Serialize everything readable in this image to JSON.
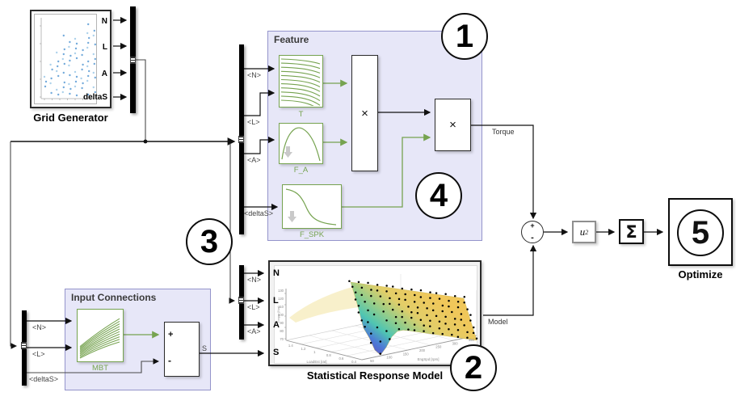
{
  "colors": {
    "green": "#76A350",
    "lavender": "#E7E7F8",
    "lavender_border": "#9494CB",
    "blue_dot": "#5b9bd5",
    "blue_dot_light": "#9ec9e8",
    "wire": "#111111"
  },
  "grid_generator": {
    "label": "Grid Generator",
    "ports": {
      "n": "N",
      "l": "L",
      "a": "A",
      "deltas": "deltaS"
    }
  },
  "feature": {
    "title": "Feature",
    "t_label": "T",
    "fa_label": "F_A",
    "fspk_label": "F_SPK",
    "product1": "×",
    "product2": "×"
  },
  "input_connections": {
    "title": "Input Connections",
    "mbt_label": "MBT",
    "sum_plus": "+",
    "sum_minus": "-",
    "out_tag": "S"
  },
  "srm": {
    "label": "Statistical Response Model",
    "ports": {
      "n": "N",
      "l": "L",
      "a": "A",
      "s": "S"
    },
    "plot": {
      "load_ticks": [
        "1.4",
        "1.2",
        "1",
        "0.8",
        "0.6",
        "0.4"
      ],
      "speed_ticks": [
        "50",
        "100",
        "150",
        "200",
        "250",
        "300",
        "350"
      ],
      "z_ticks": [
        "130",
        "120",
        "110",
        "100",
        "90",
        "80",
        "70"
      ],
      "load_label": "LoadEst [rat]",
      "speed_label": "EngSpd [rpm]"
    }
  },
  "right_chain": {
    "sum_plus": "+",
    "sum_minus": "-",
    "u_base": "u",
    "u_exp": "2",
    "sigma_label": "Σ",
    "optimize_label": "Optimize",
    "optimize_number": "5"
  },
  "wire_labels": {
    "torque": "Torque",
    "model": "Model"
  },
  "bus_tags": {
    "feature": [
      "<N>",
      "<L>",
      "<A>",
      "<deltaS>"
    ],
    "srm": [
      "<N>",
      "<L>",
      "<A>"
    ],
    "ic": [
      "<N>",
      "<L>",
      "<deltaS>"
    ]
  },
  "callouts": {
    "c1": "1",
    "c2": "2",
    "c3": "3",
    "c4": "4",
    "c5": "5"
  }
}
